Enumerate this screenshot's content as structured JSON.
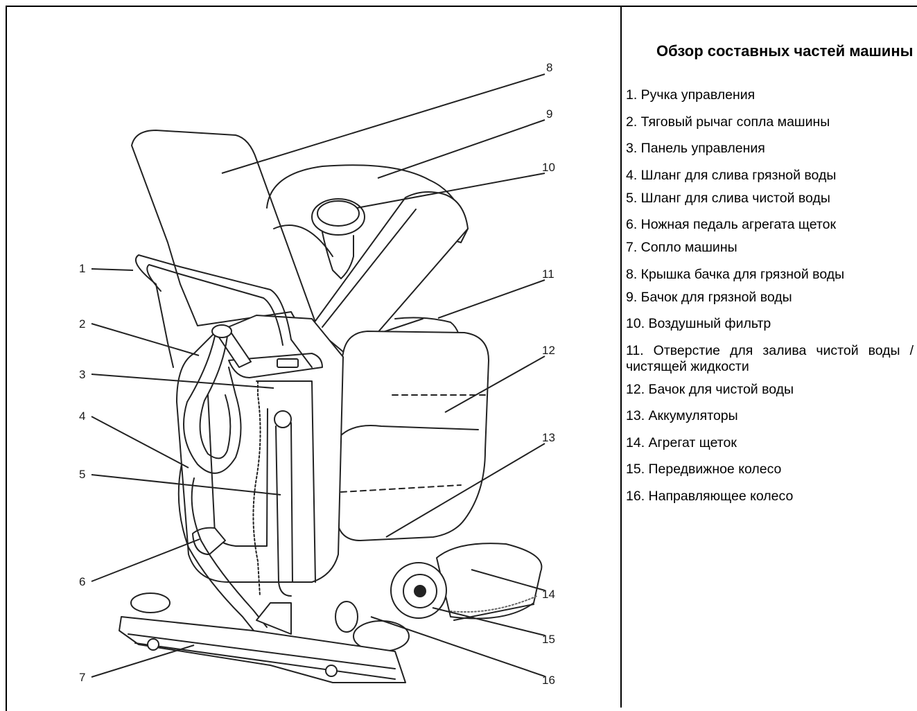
{
  "section": {
    "title": "Обзор составных частей машины"
  },
  "parts": [
    {
      "label": "1. Ручка управления"
    },
    {
      "label": "2. Тяговый рычаг сопла машины"
    },
    {
      "label": "3. Панель управления"
    },
    {
      "label": "4. Шланг для слива грязной воды"
    },
    {
      "label": "5. Шланг для слива чистой воды"
    },
    {
      "label": "6. Ножная педаль агрегата щеток"
    },
    {
      "label": "7. Сопло машины"
    },
    {
      "label": "8. Крышка бачка для грязной воды"
    },
    {
      "label": "9. Бачок для грязной воды"
    },
    {
      "label": "10. Воздушный фильтр"
    },
    {
      "label": "11. Отверстие для залива чистой воды / чистящей жидкости"
    },
    {
      "label": "12. Бачок для чистой воды"
    },
    {
      "label": "13. Аккумуляторы"
    },
    {
      "label": "14. Агрегат щеток"
    },
    {
      "label": "15. Передвижное колесо"
    },
    {
      "label": "16. Направляющее колесо"
    }
  ],
  "callouts": [
    "1",
    "2",
    "3",
    "4",
    "5",
    "6",
    "7",
    "8",
    "9",
    "10",
    "11",
    "12",
    "13",
    "14",
    "15",
    "16"
  ]
}
